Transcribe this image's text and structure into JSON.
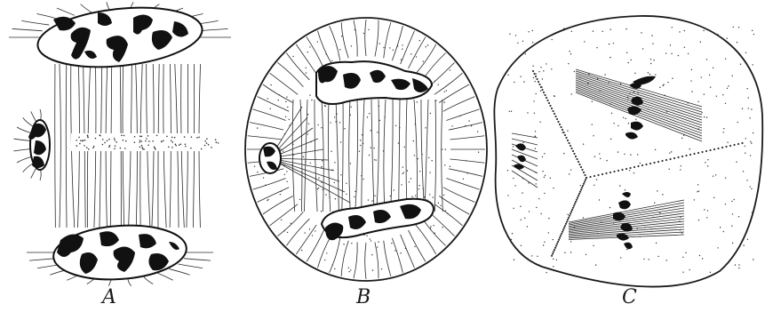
{
  "figure": {
    "panels": [
      {
        "id": "a",
        "label": "A"
      },
      {
        "id": "b",
        "label": "B"
      },
      {
        "id": "c",
        "label": "C"
      }
    ],
    "ink_color": "#1a1a1a",
    "background": "#ffffff"
  }
}
